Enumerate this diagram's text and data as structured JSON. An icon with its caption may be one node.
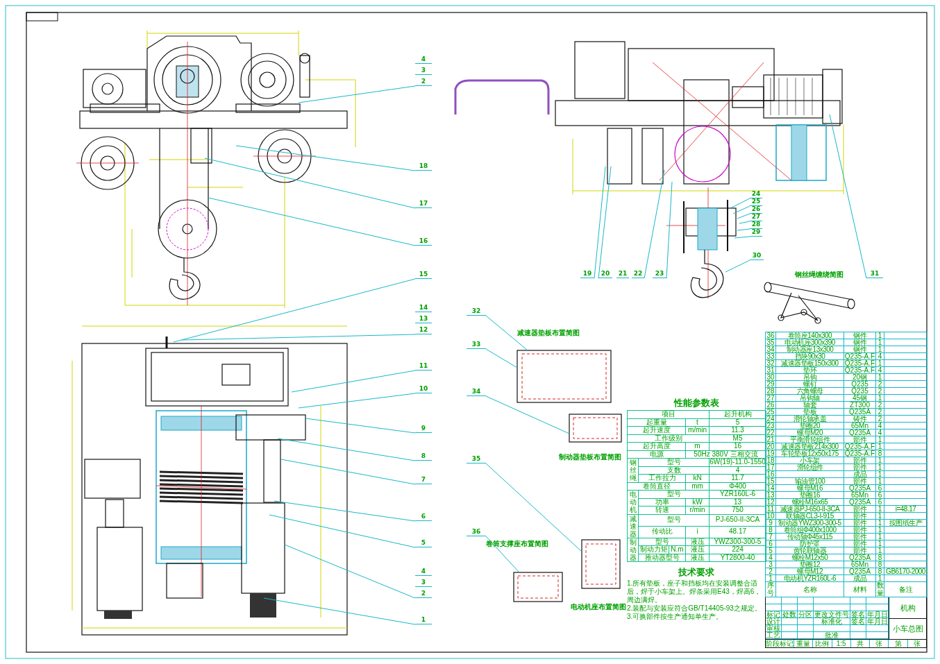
{
  "diagram": {
    "nodes": [
      {
        "text": [
          "4"
        ]
      },
      {
        "text": [
          "3"
        ]
      },
      {
        "text": [
          "2"
        ]
      },
      {
        "text": [
          "18"
        ]
      },
      {
        "text": [
          "17"
        ]
      },
      {
        "text": [
          "16"
        ]
      },
      {
        "text": [
          "15"
        ]
      },
      {
        "text": [
          "14"
        ]
      },
      {
        "text": [
          "13"
        ]
      },
      {
        "text": [
          "12"
        ]
      },
      {
        "text": [
          "11"
        ]
      },
      {
        "text": [
          "10"
        ]
      },
      {
        "text": [
          "9"
        ]
      },
      {
        "text": [
          "8"
        ]
      },
      {
        "text": [
          "7"
        ]
      },
      {
        "text": [
          "6"
        ]
      },
      {
        "text": [
          "5"
        ]
      },
      {
        "text": [
          "4"
        ]
      },
      {
        "text": [
          "3"
        ]
      },
      {
        "text": [
          "2"
        ]
      },
      {
        "text": [
          "1"
        ]
      },
      {
        "text": [
          "24"
        ]
      },
      {
        "text": [
          "25"
        ]
      },
      {
        "text": [
          "26"
        ]
      },
      {
        "text": [
          "27"
        ]
      },
      {
        "text": [
          "28"
        ]
      },
      {
        "text": [
          "29"
        ]
      },
      {
        "text": [
          "30"
        ]
      },
      {
        "text": [
          "19"
        ]
      },
      {
        "text": [
          "20"
        ]
      },
      {
        "text": [
          "21"
        ]
      },
      {
        "text": [
          "22"
        ]
      },
      {
        "text": [
          "23"
        ]
      },
      {
        "text": [
          "31"
        ]
      },
      {
        "text": [
          "32"
        ]
      },
      {
        "text": [
          "33"
        ]
      },
      {
        "text": [
          "34"
        ]
      },
      {
        "text": [
          "35"
        ]
      },
      {
        "text": [
          "36"
        ]
      },
      {
        "text": [],
        "shape": "picture"
      },
      {
        "text": [],
        "shape": "picture"
      },
      {
        "text": [],
        "shape": "picture"
      },
      {
        "text": [],
        "shape": "picture"
      }
    ],
    "edges": [
      {
        "from": 2,
        "to": null,
        "arrow": "none"
      },
      {
        "from": 3,
        "to": null,
        "arrow": "none"
      },
      {
        "from": 4,
        "to": null,
        "arrow": "none"
      },
      {
        "from": 5,
        "to": null,
        "arrow": "none"
      },
      {
        "from": 6,
        "to": null,
        "arrow": "none"
      },
      {
        "from": 9,
        "to": null,
        "arrow": "none"
      },
      {
        "from": 10,
        "to": null,
        "arrow": "none"
      },
      {
        "from": 11,
        "to": null,
        "arrow": "none"
      },
      {
        "from": 12,
        "to": null,
        "arrow": "none"
      },
      {
        "from": 13,
        "to": null,
        "arrow": "none"
      },
      {
        "from": 14,
        "to": null,
        "arrow": "none"
      },
      {
        "from": 15,
        "to": null,
        "arrow": "none"
      },
      {
        "from": 16,
        "to": null,
        "arrow": "none"
      },
      {
        "from": 19,
        "to": null,
        "arrow": "none"
      },
      {
        "from": 20,
        "to": null,
        "arrow": "none"
      },
      {
        "from": 21,
        "to": null,
        "arrow": "none"
      },
      {
        "from": 22,
        "to": null,
        "arrow": "none"
      },
      {
        "from": 23,
        "to": null,
        "arrow": "none"
      },
      {
        "from": 24,
        "to": null,
        "arrow": "none"
      },
      {
        "from": 25,
        "to": null,
        "arrow": "none"
      },
      {
        "from": 26,
        "to": null,
        "arrow": "none"
      },
      {
        "from": 27,
        "to": null,
        "arrow": "none"
      },
      {
        "from": 28,
        "to": null,
        "arrow": "none"
      },
      {
        "from": 29,
        "to": null,
        "arrow": "none"
      },
      {
        "from": 31,
        "to": null,
        "arrow": "none"
      },
      {
        "from": 32,
        "to": null,
        "arrow": "none"
      },
      {
        "from": 33,
        "to": null,
        "arrow": "none"
      },
      {
        "from": 34,
        "to": 39,
        "arrow": "none"
      },
      {
        "from": 35,
        "to": 39,
        "arrow": "none"
      },
      {
        "from": 36,
        "to": 41,
        "arrow": "none"
      },
      {
        "from": 37,
        "to": 40,
        "arrow": "none"
      },
      {
        "from": 38,
        "to": 42,
        "arrow": "none"
      }
    ],
    "labels": [
      "钢丝绳缠绕简图",
      "减速器垫板布置简图",
      "制动器垫板布置简图",
      "卷筒支撑座布置简图",
      "电动机座布置简图",
      "性能参数表",
      "项目",
      "起升机构",
      "起重量",
      "t",
      "5",
      "起升速度",
      "m/min",
      "11.3",
      "工作级别",
      "M5",
      "起升高度",
      "m",
      "16",
      "电源",
      "50Hz 380V 三相交流",
      "钢丝绳",
      "型号",
      "6W(19)-11.0-1550",
      "支数",
      "4",
      "工作拉力",
      "kN",
      "11.7",
      "卷筒直径",
      "mm",
      "Φ400",
      "电动机",
      "型号",
      "YZR160L-6",
      "功率",
      "kW",
      "13",
      "转速",
      "r/min",
      "750",
      "减速器",
      "型号",
      "PJ-650-II-3CA",
      "传动比",
      "i",
      "48.17",
      "制动器",
      "型号",
      "液压",
      "YWZ300-300-5",
      "制动力矩",
      "N.m",
      "液压",
      "224",
      "推动器型号",
      "液压",
      "YT2800-40",
      "技术要求",
      "1.所有垫板，座子和挡板均在安装调整合适后，焊于小车架上。焊条采用E43，焊高6，周边满焊。",
      "2.装配与安装应符合GB/T14405-93之规定。",
      "3.可换部件按生产通知单生产。",
      "36",
      "卷筒座140x300",
      "钢件",
      "1",
      "35",
      "电动机座300x390",
      "钢件",
      "1",
      "34",
      "制动器座13x300",
      "钢件",
      "1",
      "33",
      "挡块90x30",
      "Q235-A.F",
      "4",
      "32",
      "减速器垫板150x300",
      "Q235-A.F",
      "1",
      "31",
      "垫环",
      "Q235-A.F",
      "4",
      "30",
      "吊钩",
      "20钢",
      "1",
      "29",
      "螺钉",
      "Q235",
      "2",
      "28",
      "六角螺母",
      "Q235",
      "2",
      "27",
      "吊钩轴",
      "45钢",
      "1",
      "26",
      "轴套",
      "ZT300",
      "2",
      "25",
      "垫板",
      "Q235A",
      "2",
      "24",
      "滑轮轴承盖",
      "铸件",
      "2",
      "23",
      "垫圈20",
      "65Mn",
      "4",
      "22",
      "螺母M20",
      "Q235A",
      "4",
      "21",
      "平衡滑轮组件",
      "部件",
      "1",
      "20",
      "减速器垫板214x300",
      "Q235-A.F",
      "1",
      "19",
      "车轮垫板12x50x175",
      "Q235-A.F",
      "8",
      "18",
      "小车架",
      "部件",
      "1",
      "17",
      "滑轮组件",
      "部件",
      "1",
      "16",
      "成品",
      "1",
      "15",
      "输油管100",
      "部件",
      "1",
      "14",
      "螺母M16",
      "Q235A",
      "6",
      "13",
      "垫圈16",
      "65Mn",
      "6",
      "12",
      "螺栓M16x65",
      "Q235A",
      "6",
      "11",
      "减速器PJ-650-II-3CA",
      "部件",
      "1",
      "i=48.17",
      "10",
      "联轴器CL3-I-915",
      "部件",
      "1",
      "9",
      "制动器YWZ300-300-5",
      "部件",
      "1",
      "按图纸生产",
      "8",
      "卷筒组Φ400x1000",
      "部件",
      "1",
      "7",
      "传动轴Φ45x115",
      "部件",
      "1",
      "6",
      "防护罩",
      "部件",
      "1",
      "5",
      "齿轮联轴器",
      "部件",
      "1",
      "4",
      "螺栓M12x50",
      "Q235A",
      "8",
      "3",
      "垫圈12",
      "65Mn",
      "8",
      "2",
      "螺母M12",
      "Q235A",
      "8",
      "GB6170-2000",
      "1",
      "电动机YZR160L-6",
      "成品",
      "1",
      "序号",
      "名称",
      "材料",
      "数量",
      "备注",
      "标记",
      "处数",
      "分区",
      "更改文件号",
      "签名",
      "年月日",
      "设计",
      "标准化",
      "签名",
      "年月日",
      "审核",
      "工艺",
      "批准",
      "机构",
      "小车总图",
      "阶段标记",
      "重量",
      "比例",
      "1:5",
      "共",
      "张",
      "第",
      "张"
    ]
  }
}
